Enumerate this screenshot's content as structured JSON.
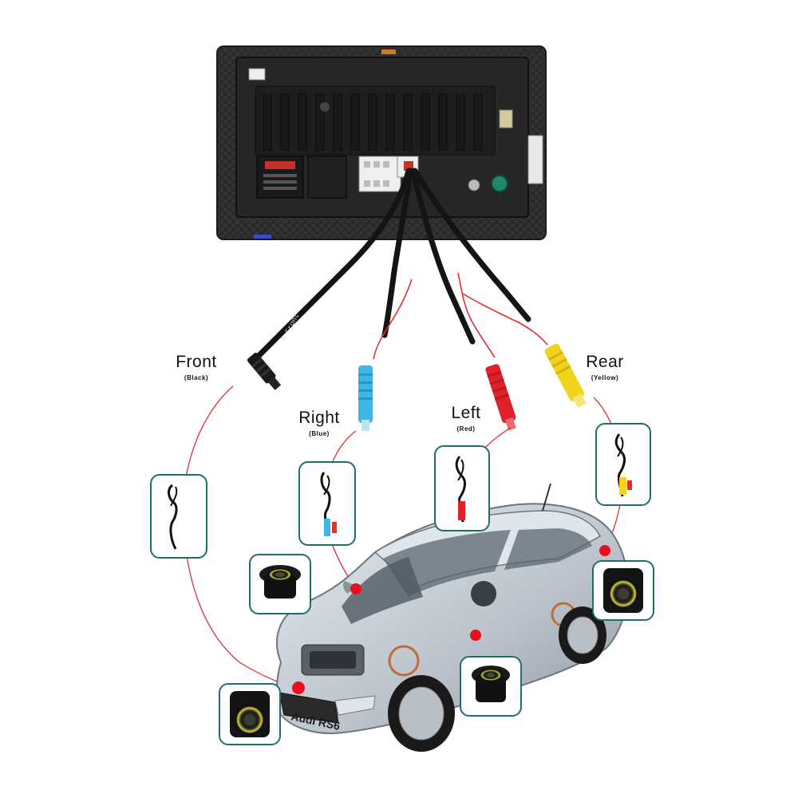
{
  "labels": {
    "front": {
      "name": "Front",
      "color": "(Black)"
    },
    "right": {
      "name": "Right",
      "color": "(Blue)"
    },
    "left": {
      "name": "Left",
      "color": "(Red)"
    },
    "rear": {
      "name": "Rear",
      "color": "(Yellow)"
    }
  },
  "cable_tag": "M  Front",
  "car_badge": "Audi RS6",
  "colors": {
    "frame": "#1f6e6a",
    "wire": "#e03030",
    "dot": "#e8101a",
    "front_plug": "#1a1a1a",
    "right_plug": "#3fb6e8",
    "left_plug": "#e0202a",
    "rear_plug": "#f2d21a"
  },
  "icons": [
    "head-unit-back-icon",
    "camera-icon",
    "cable-icon",
    "car-icon"
  ]
}
